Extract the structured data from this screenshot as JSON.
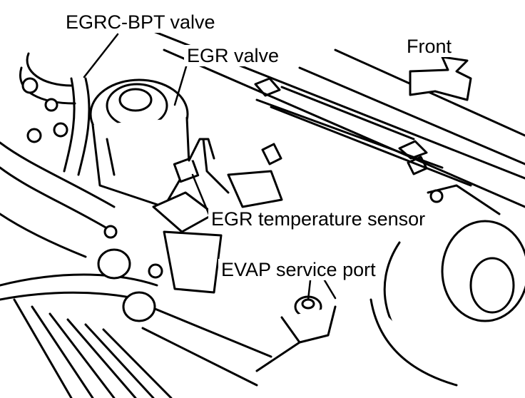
{
  "labels": {
    "egrc_bpt_valve": "EGRC-BPT valve",
    "egr_valve": "EGR valve",
    "front": "Front",
    "egr_temperature_sensor": "EGR temperature sensor",
    "evap_service_port": "EVAP service port"
  },
  "colors": {
    "ink": "#000000",
    "paper": "#ffffff"
  }
}
